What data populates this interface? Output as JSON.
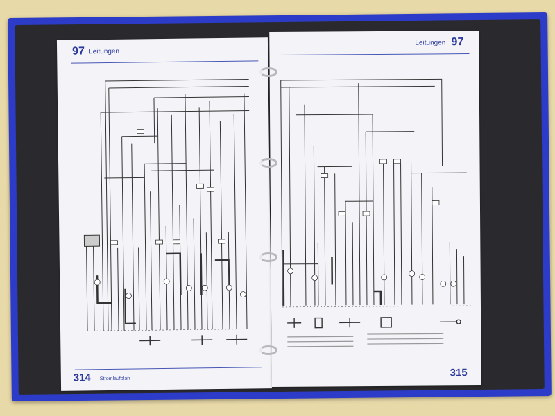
{
  "left_page": {
    "section_number": "97",
    "section_title": "Leitungen",
    "page_number": "314",
    "footer_text": "Stromlaufplan"
  },
  "right_page": {
    "section_number": "97",
    "section_title": "Leitungen",
    "page_number": "315"
  },
  "colors": {
    "binder": "#2d3cc8",
    "paper": "#f4f4f8",
    "header_blue": "#2c3a9c",
    "background": "#e8d9a8"
  }
}
